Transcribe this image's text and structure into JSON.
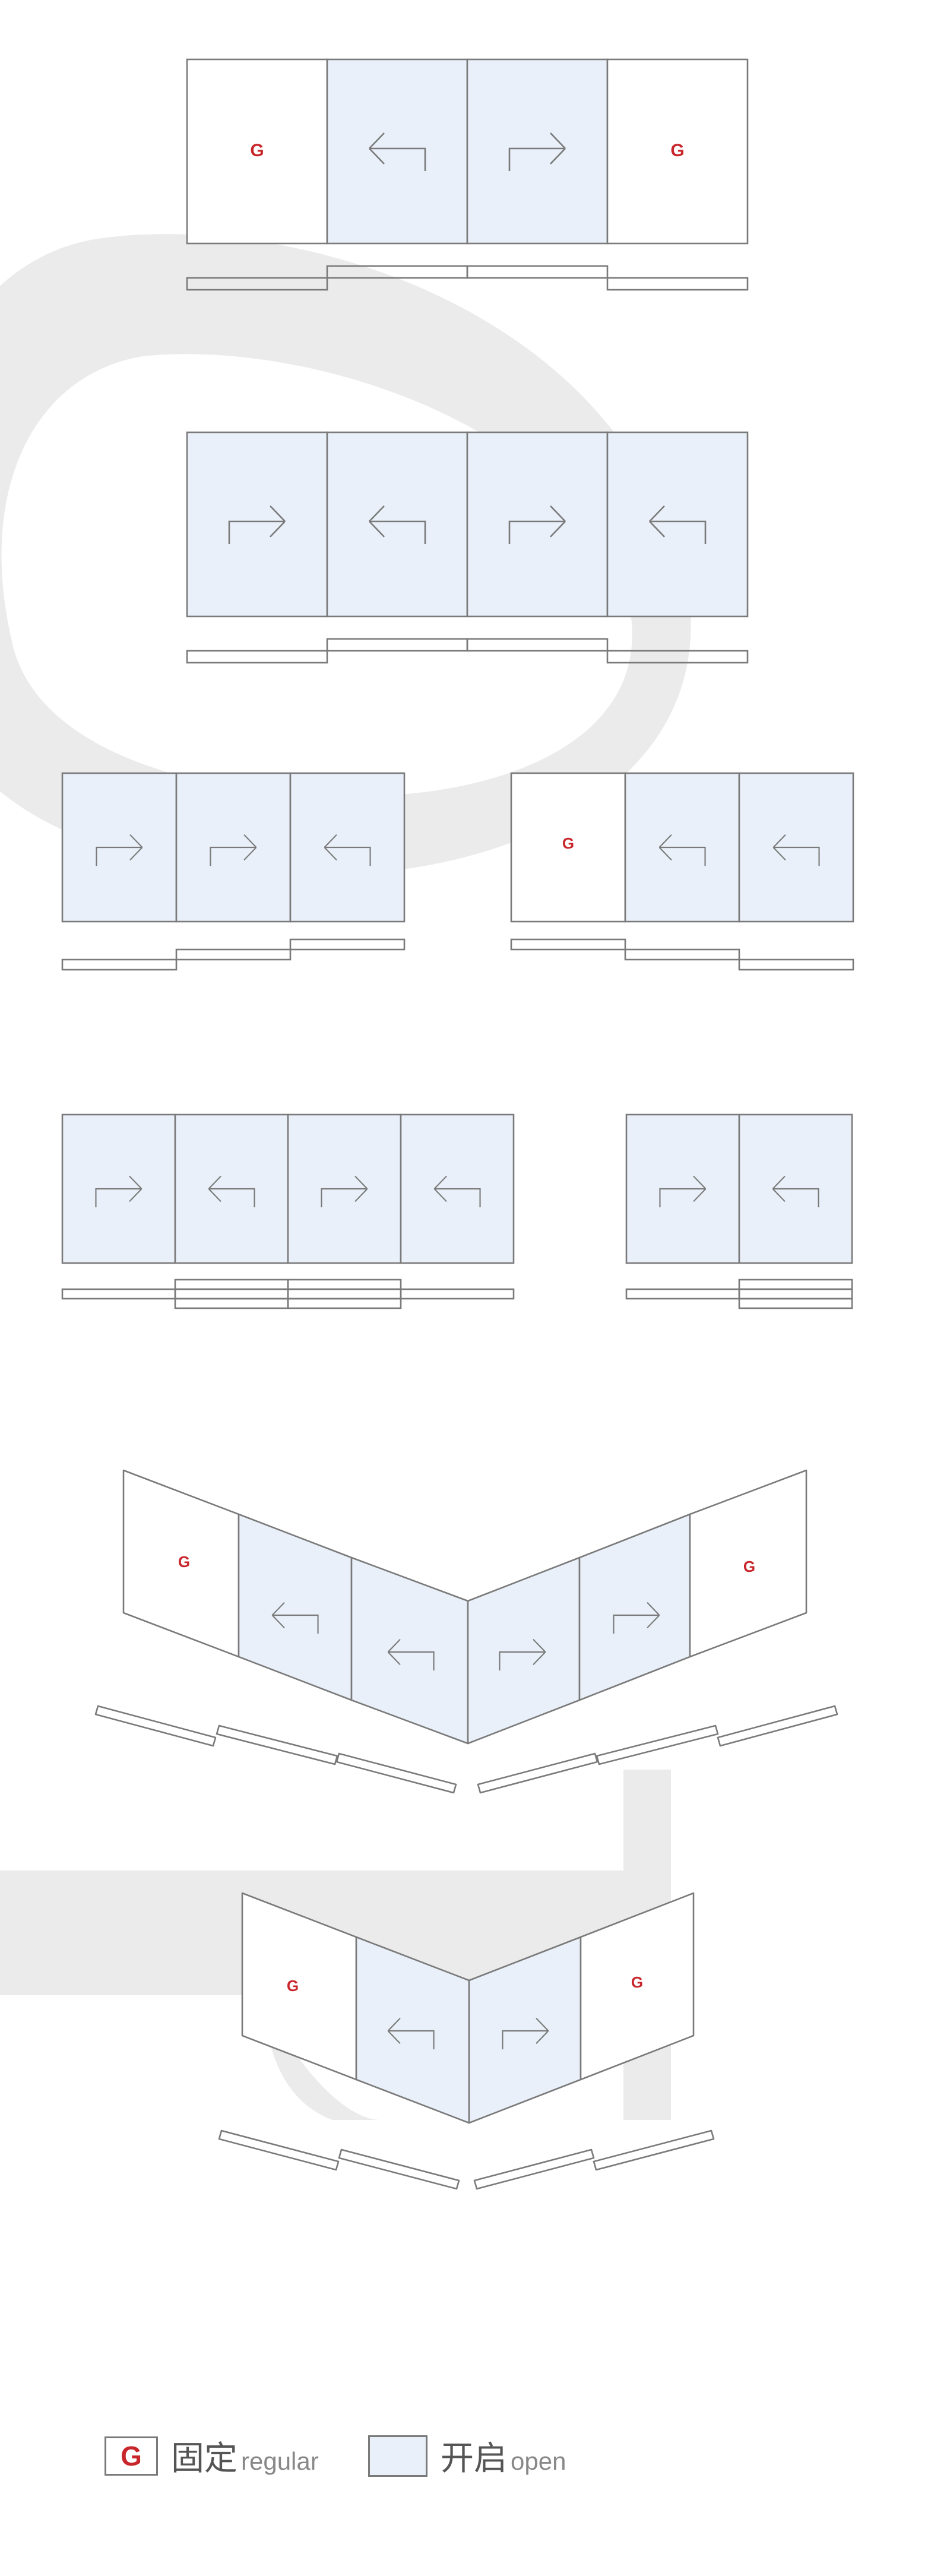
{
  "colors": {
    "open_fill": "#e9f0f9",
    "fixed_fill": "#ffffff",
    "stroke": "#7a7a7a",
    "fixed_mark": "#c8262b",
    "watermark": "#ebebeb"
  },
  "panel_mark": "G",
  "configurations": [
    {
      "panels": [
        "fixed",
        "open-left",
        "open-right",
        "fixed"
      ]
    },
    {
      "panels": [
        "open-right",
        "open-left",
        "open-right",
        "open-left"
      ]
    },
    {
      "panels": [
        "open-right",
        "open-right",
        "open-left"
      ]
    },
    {
      "panels": [
        "fixed",
        "open-left",
        "open-left"
      ]
    },
    {
      "panels": [
        "open-right",
        "open-left",
        "open-right",
        "open-left"
      ]
    },
    {
      "panels": [
        "open-right",
        "open-left"
      ]
    },
    {
      "panels": [
        "fixed",
        "open-left",
        "open-left",
        "open-right",
        "open-right",
        "fixed"
      ]
    },
    {
      "panels": [
        "fixed",
        "open-left",
        "open-right",
        "fixed"
      ]
    }
  ],
  "legend": {
    "fixed": {
      "mark": "G",
      "cn": "固定",
      "en": "regular"
    },
    "open": {
      "cn": "开启",
      "en": "open"
    }
  }
}
